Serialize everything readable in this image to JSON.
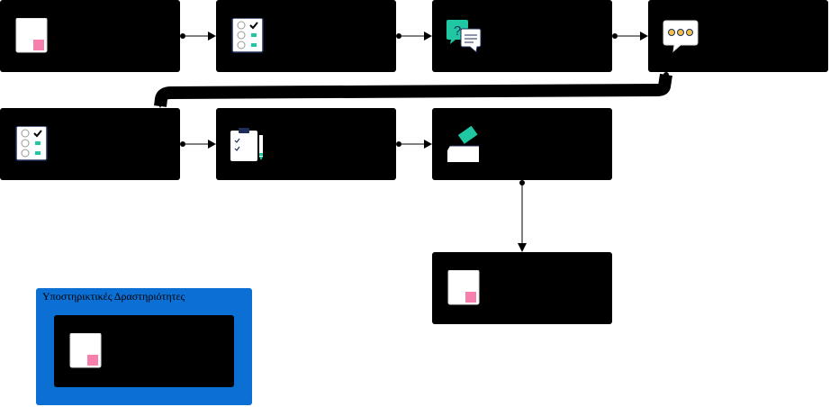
{
  "diagram": {
    "support_group": {
      "title": "Υποστηρικτικές Δραστηριότητες"
    },
    "nodes": [
      {
        "id": "n1",
        "icon": "document-icon"
      },
      {
        "id": "n2",
        "icon": "checklist-icon"
      },
      {
        "id": "n3",
        "icon": "question-chat-icon"
      },
      {
        "id": "n4",
        "icon": "speech-bubble-icon"
      },
      {
        "id": "n5",
        "icon": "checklist-icon"
      },
      {
        "id": "n6",
        "icon": "clipboard-pencil-icon"
      },
      {
        "id": "n7",
        "icon": "ballot-box-icon"
      },
      {
        "id": "n8",
        "icon": "document-icon"
      },
      {
        "id": "n9",
        "icon": "document-icon"
      }
    ],
    "edges": [
      {
        "from": "n1",
        "to": "n2"
      },
      {
        "from": "n2",
        "to": "n3"
      },
      {
        "from": "n3",
        "to": "n4"
      },
      {
        "from": "n4",
        "to": "n5"
      },
      {
        "from": "n5",
        "to": "n6"
      },
      {
        "from": "n6",
        "to": "n7"
      },
      {
        "from": "n7",
        "to": "n8"
      }
    ],
    "colors": {
      "node_fill": "#000000",
      "group_fill": "#0b6fd4",
      "accent_pink": "#f77fae",
      "accent_teal": "#1fc8a3",
      "edge": "#000000"
    }
  }
}
